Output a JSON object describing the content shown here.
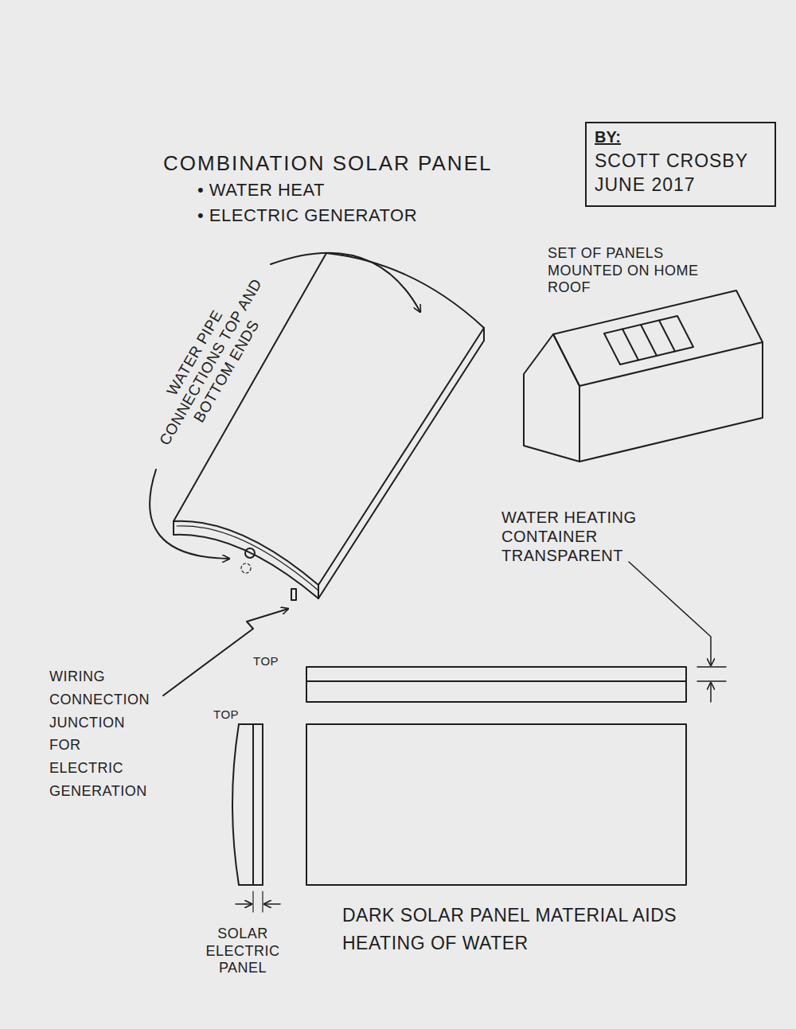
{
  "diagram": {
    "title": "COMBINATION SOLAR PANEL",
    "nodes": [
      {
        "text": [
          "BY:",
          "SCOTT CROSBY JUNE 2017"
        ]
      }
    ],
    "labels": [
      "• WATER HEAT",
      "• ELECTRIC GENERATOR",
      "SET OF PANELS MOUNTED ON HOME ROOF",
      "WATER PIPE CONNECTIONS TOP AND BOTTOM ENDS",
      "WATER HEATING CONTAINER TRANSPARENT",
      "TOP",
      "WIRING CONNECTION JUNCTION FOR ELECTRIC GENERATION",
      "TOP",
      "SOLAR ELECTRIC PANEL",
      "DARK SOLAR PANEL MATERIAL AIDS HEATING OF WATER"
    ]
  }
}
